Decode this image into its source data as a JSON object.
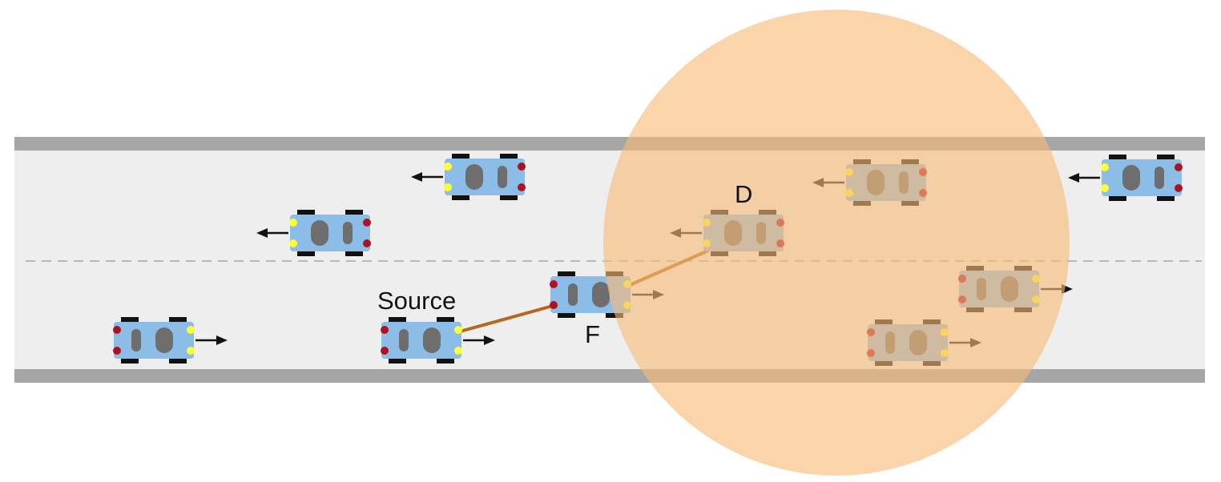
{
  "labels": {
    "source": "Source",
    "forwarder": "F",
    "destination": "D"
  },
  "colors": {
    "road_surface": "#eeeeee",
    "road_edge": "#a6a6a6",
    "lane_divider": "#b9b9b9",
    "coverage_area": "#f7b977",
    "link": "#b8661c",
    "car_body": "#8cbde6",
    "car_window": "#6e6e6e",
    "wheel": "#111111",
    "headlight": "#ffff33",
    "taillight": "#b01020",
    "arrow": "#111111"
  },
  "vehicles": [
    {
      "role": "vehicle",
      "lane": "upper",
      "direction": "left"
    },
    {
      "role": "vehicle",
      "lane": "upper",
      "direction": "left"
    },
    {
      "role": "destination",
      "lane": "upper",
      "direction": "left"
    },
    {
      "role": "vehicle",
      "lane": "upper",
      "direction": "left"
    },
    {
      "role": "vehicle",
      "lane": "upper",
      "direction": "left"
    },
    {
      "role": "vehicle",
      "lane": "lower",
      "direction": "right"
    },
    {
      "role": "source",
      "lane": "lower",
      "direction": "right"
    },
    {
      "role": "forwarder",
      "lane": "lower",
      "direction": "right"
    },
    {
      "role": "vehicle",
      "lane": "lower",
      "direction": "right"
    },
    {
      "role": "vehicle",
      "lane": "lower",
      "direction": "right"
    }
  ],
  "links": [
    {
      "from": "source",
      "to": "forwarder"
    },
    {
      "from": "forwarder",
      "to": "destination"
    }
  ]
}
